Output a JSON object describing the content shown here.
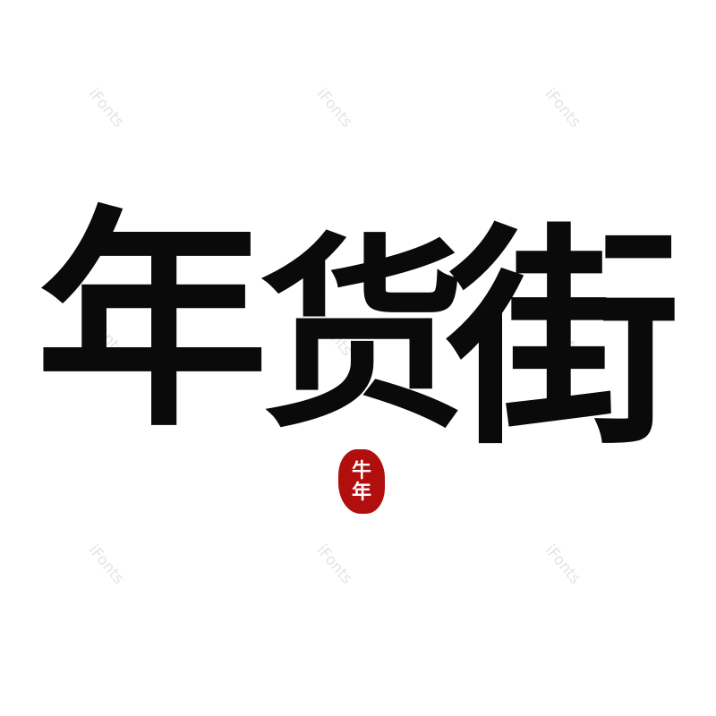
{
  "title": {
    "chars": [
      "年",
      "货",
      "街"
    ]
  },
  "seal": {
    "chars": [
      "牛",
      "年"
    ],
    "color": "#b10e0e"
  },
  "watermark": {
    "text": "iFonts"
  }
}
